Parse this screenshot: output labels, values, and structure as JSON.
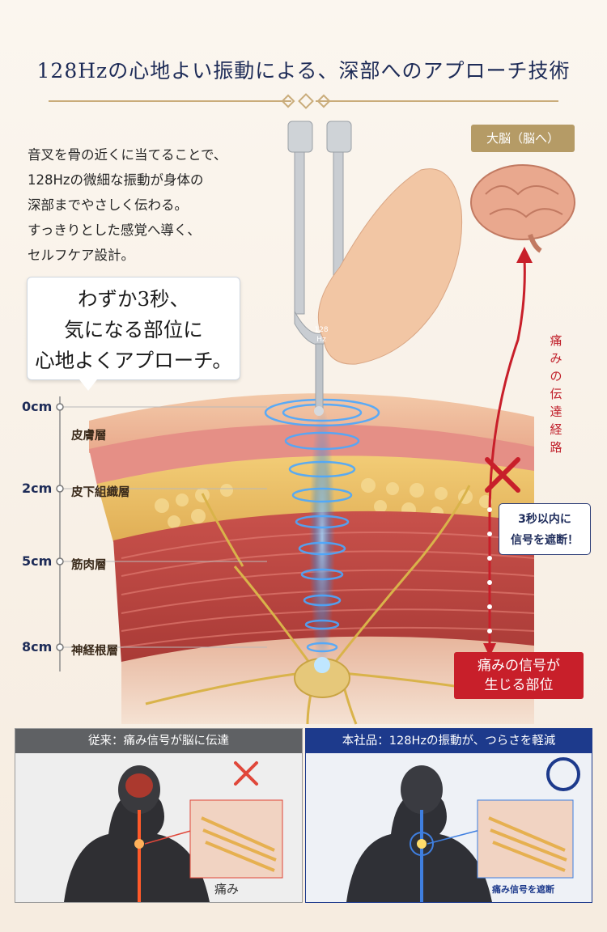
{
  "title": "128Hzの心地よい振動による、深部へのアプローチ技術",
  "intro": [
    "音叉を骨の近くに当てることで、",
    "128Hzの微細な振動が身体の",
    "深部までやさしく伝わる。",
    "すっきりとした感覚へ導く、",
    "セルフケア設計。"
  ],
  "bubble": [
    "わずか3秒、",
    "気になる部位に",
    "心地よくアプローチ。"
  ],
  "fork_label": [
    "128",
    "Hz"
  ],
  "brain_badge": "大脳（脳へ）",
  "pain_path": [
    "痛",
    "み",
    "の",
    "伝",
    "達",
    "経",
    "路"
  ],
  "block_bubble": [
    "3秒以内に",
    "信号を遮断！"
  ],
  "origin_box": [
    "痛みの信号が",
    "生じる部位"
  ],
  "depth_scale": [
    {
      "depth": "0cm",
      "layer": "皮膚層"
    },
    {
      "depth": "2cm",
      "layer": "皮下組織層"
    },
    {
      "depth": "5cm",
      "layer": "筋肉層"
    },
    {
      "depth": "8cm",
      "layer": "神経根層"
    }
  ],
  "compare": {
    "left_title": "従来：痛み信号が脳に伝達",
    "left_caption": "痛み",
    "right_title": "本社品：128Hzの振動が、つらさを軽減",
    "right_caption": "痛み信号を遮断"
  },
  "colors": {
    "navy": "#1d2b57",
    "gold": "#b59b66",
    "red": "#c81f2a",
    "blue": "#2d3e77"
  }
}
